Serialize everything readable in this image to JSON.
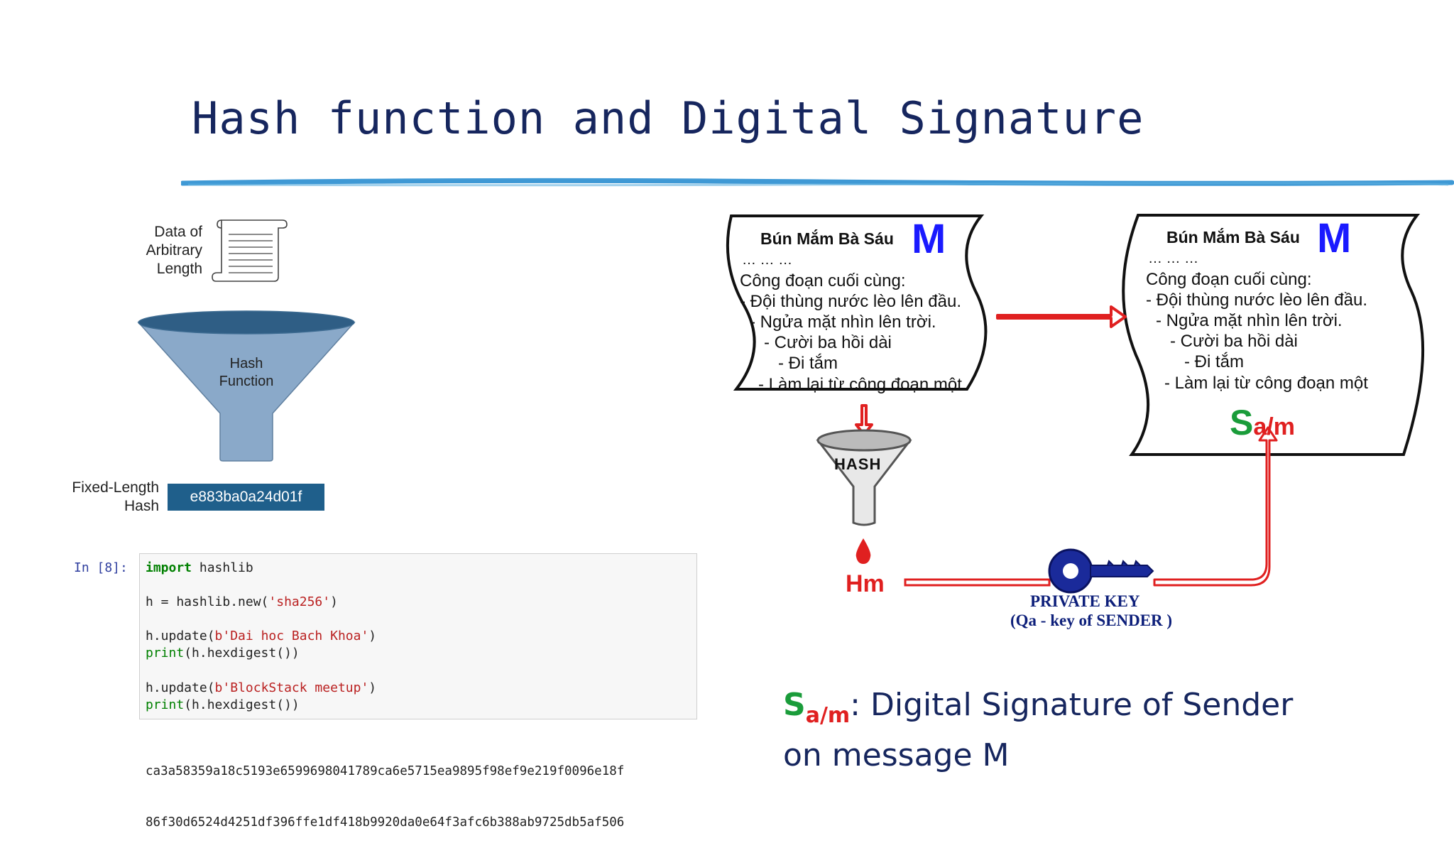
{
  "slide": {
    "title": "Hash function and Digital Signature"
  },
  "hash_diagram": {
    "input_label_1": "Data of",
    "input_label_2": "Arbitrary",
    "input_label_3": "Length",
    "funnel_label_1": "Hash",
    "funnel_label_2": "Function",
    "output_label_1": "Fixed-Length",
    "output_label_2": "Hash",
    "hash_value": "e883ba0a24d01f"
  },
  "code_cell": {
    "prompt": "In [8]:",
    "line1_kw": "import",
    "line1_rest": " hashlib",
    "line2_a": "h = hashlib.new(",
    "line2_str": "'sha256'",
    "line2_b": ")",
    "line3_a": "h.update(",
    "line3_str": "b'Dai hoc Bach Khoa'",
    "line3_b": ")",
    "line4_fn": "print",
    "line4_rest": "(h.hexdigest())",
    "line5_a": "h.update(",
    "line5_str": "b'BlockStack meetup'",
    "line5_b": ")",
    "line6_fn": "print",
    "line6_rest": "(h.hexdigest())",
    "output_1": "ca3a58359a18c5193e6599698041789ca6e5715ea9895f98ef9e219f0096e18f",
    "output_2": "86f30d6524d4251df396ffe1df418b9920da0e64f3afc6b388ab9725db5af506"
  },
  "signature_diagram": {
    "doc_title": "Bún Mắm Bà Sáu",
    "doc_letter": "M",
    "dots": "… … …",
    "line_1": "Công đoạn cuối cùng:",
    "line_2": "- Đội thùng nước lèo lên đầu.",
    "line_3": "- Ngửa mặt nhìn lên trời.",
    "line_4": "- Cười ba hồi dài",
    "line_5": "- Đi tắm",
    "line_6": "- Làm lại từ công đoạn một",
    "hash_label": "HASH",
    "hm_label": "Hm",
    "sig_s": "S",
    "sig_sub": "a/m",
    "private_key_1": "PRIVATE KEY",
    "private_key_2": "(Qa -  key of SENDER  )"
  },
  "caption": {
    "s": "S",
    "sub": "a/m",
    "text_1": ": Digital Signature of Sender",
    "text_2": "on message M"
  },
  "colors": {
    "title": "#16265e",
    "hash_box": "#1f5f8b",
    "arrow_red": "#e02020",
    "sig_green": "#1a9c3a",
    "doc_blue": "#1a1aff",
    "funnel_blue": "#8aa9c9",
    "divider_blue": "#2a8ed0"
  }
}
